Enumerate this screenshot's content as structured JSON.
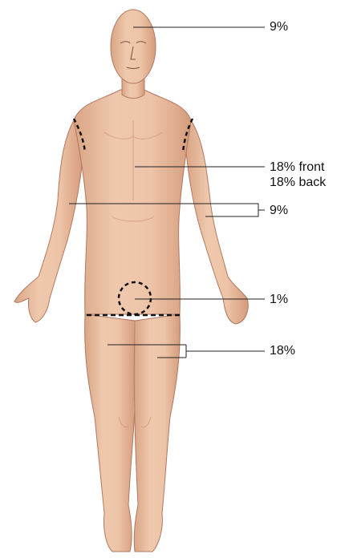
{
  "labels": {
    "head": "9%",
    "trunk_front": "18% front",
    "trunk_back": "18% back",
    "arms": "9%",
    "perineum": "1%",
    "legs": "18%"
  },
  "colors": {
    "skin": "#e9bd9e",
    "skin_shadow": "#d49a7c",
    "skin_highlight": "#f3d3bd",
    "outline": "#b07860",
    "leader": "#222222",
    "boundary": "#111111"
  }
}
